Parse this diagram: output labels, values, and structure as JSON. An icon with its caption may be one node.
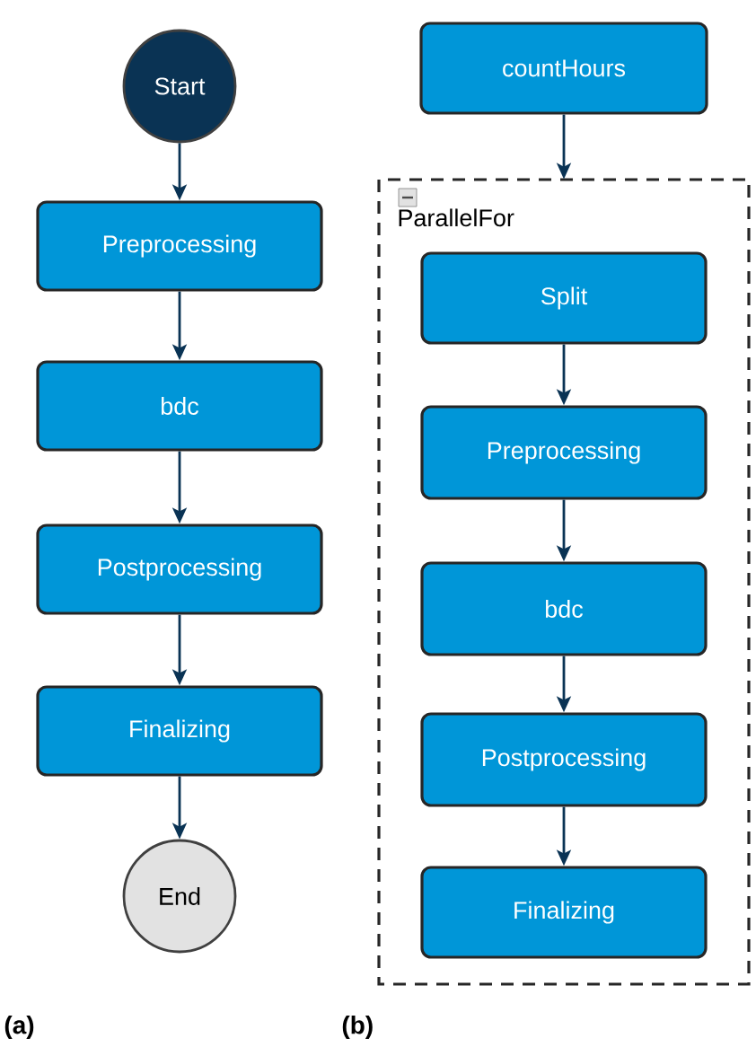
{
  "diagram": {
    "nodes": [
      {
        "text": [
          "Start"
        ]
      },
      {
        "text": [
          "Preprocessing"
        ]
      },
      {
        "text": [
          "bdc"
        ]
      },
      {
        "text": [
          "Postprocessing"
        ]
      },
      {
        "text": [
          "Finalizing"
        ]
      },
      {
        "text": [
          "End"
        ]
      },
      {
        "text": [
          "countHours"
        ]
      },
      {
        "text": [
          "ParallelFor"
        ]
      },
      {
        "text": [
          "Split"
        ],
        "in": 7
      },
      {
        "text": [
          "Preprocessing"
        ],
        "in": 7
      },
      {
        "text": [
          "bdc"
        ],
        "in": 7
      },
      {
        "text": [
          "Postprocessing"
        ],
        "in": 7
      },
      {
        "text": [
          "Finalizing"
        ],
        "in": 7
      }
    ],
    "edges": [
      {
        "from": 0,
        "to": 1,
        "arrow": "to"
      },
      {
        "from": 1,
        "to": 2,
        "arrow": "to"
      },
      {
        "from": 2,
        "to": 3,
        "arrow": "to"
      },
      {
        "from": 3,
        "to": 4,
        "arrow": "to"
      },
      {
        "from": 4,
        "to": 5,
        "arrow": "to"
      },
      {
        "from": 6,
        "to": 7,
        "arrow": "to"
      },
      {
        "from": 8,
        "to": 9,
        "arrow": "to"
      },
      {
        "from": 9,
        "to": 10,
        "arrow": "to"
      },
      {
        "from": 10,
        "to": 11,
        "arrow": "to"
      },
      {
        "from": 11,
        "to": 12,
        "arrow": "to"
      }
    ],
    "labels": [
      "(a)",
      "(b)"
    ]
  }
}
